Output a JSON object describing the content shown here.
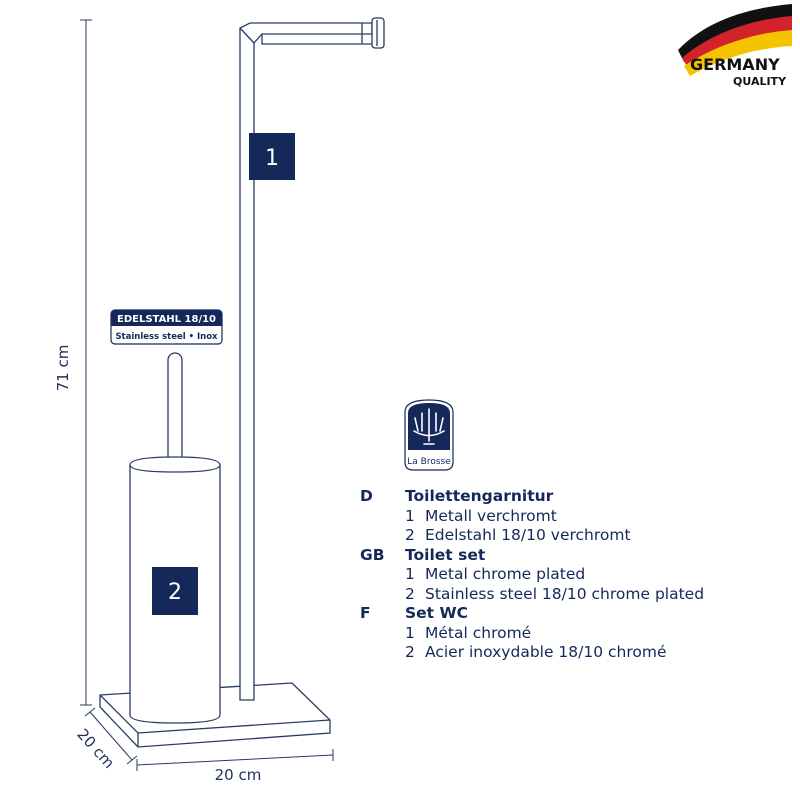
{
  "dimensions": {
    "height": "71 cm",
    "depth": "20 cm",
    "width": "20 cm"
  },
  "labels": {
    "holder_number": "1",
    "brush_number": "2"
  },
  "material_badge": {
    "line1": "EDELSTAHL 18/10",
    "line2": "Stainless steel • Inox"
  },
  "brand_logo": {
    "text": "La Brosse"
  },
  "quality_logo": {
    "line1": "GERMANY",
    "line2": "QUALITY",
    "flag_colors": [
      "#111111",
      "#d2232a",
      "#f5c400"
    ]
  },
  "colors": {
    "navy": "#14285a",
    "outline": "#2a3a66"
  },
  "languages": [
    {
      "code": "D",
      "title": "Toilettengarnitur",
      "items": [
        {
          "num": "1",
          "text": "Metall verchromt"
        },
        {
          "num": "2",
          "text": "Edelstahl 18/10 verchromt"
        }
      ]
    },
    {
      "code": "GB",
      "title": "Toilet set",
      "items": [
        {
          "num": "1",
          "text": "Metal chrome plated"
        },
        {
          "num": "2",
          "text": "Stainless steel 18/10 chrome plated"
        }
      ]
    },
    {
      "code": "F",
      "title": "Set WC",
      "items": [
        {
          "num": "1",
          "text": "Métal chromé"
        },
        {
          "num": "2",
          "text": "Acier inoxydable 18/10 chromé"
        }
      ]
    }
  ]
}
